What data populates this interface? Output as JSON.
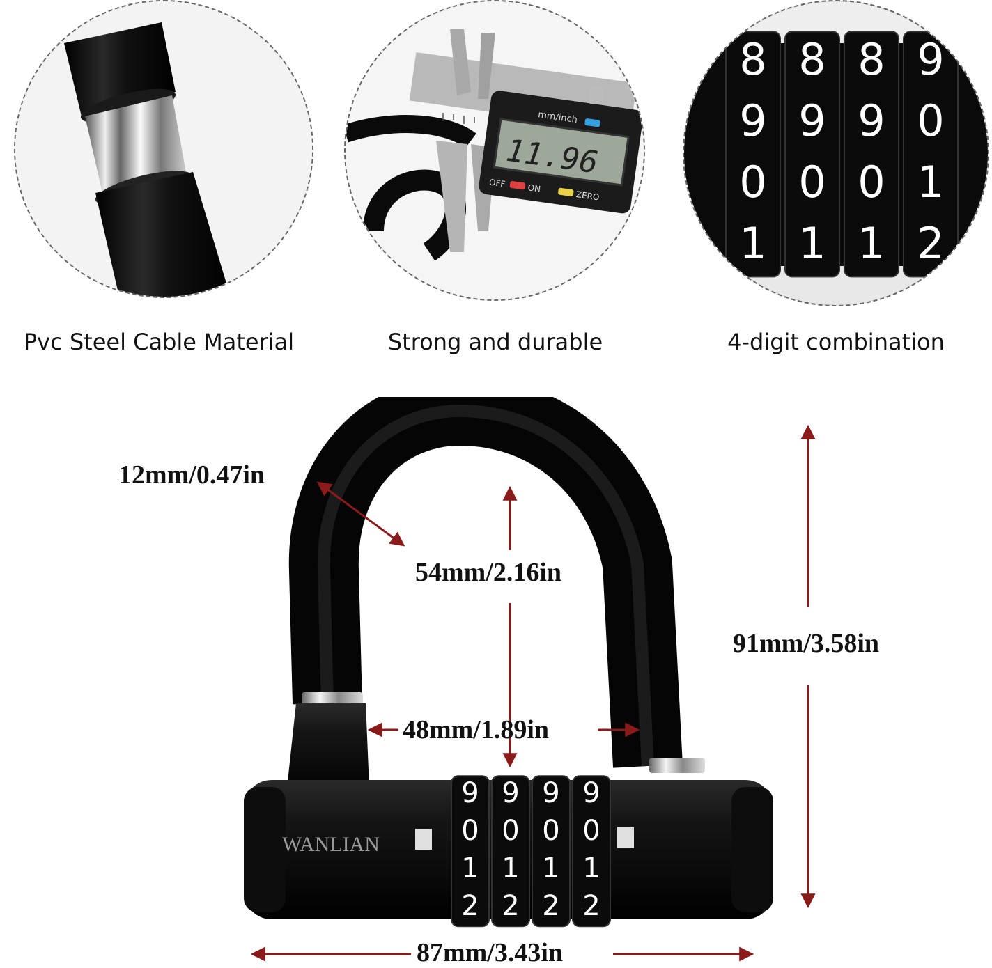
{
  "features": [
    {
      "caption": "Pvc Steel Cable Material",
      "icon": "cable-closeup"
    },
    {
      "caption": "Strong and durable",
      "icon": "caliper-measurement"
    },
    {
      "caption": "4-digit combination",
      "icon": "combination-dials"
    }
  ],
  "caliper": {
    "unit_label": "mm/inch",
    "reading": "11.96",
    "off_label": "OFF",
    "on_label": "ON",
    "zero_label": "ZERO"
  },
  "detail_dials": {
    "rows": [
      [
        "8",
        "8",
        "8",
        "9"
      ],
      [
        "9",
        "9",
        "9",
        "0"
      ],
      [
        "0",
        "0",
        "0",
        "1"
      ],
      [
        "1",
        "1",
        "1",
        "2"
      ]
    ]
  },
  "lock": {
    "brand": "WANLIAN",
    "dials": {
      "rows": [
        [
          "9",
          "9",
          "9",
          "9"
        ],
        [
          "0",
          "0",
          "0",
          "0"
        ],
        [
          "1",
          "1",
          "1",
          "1"
        ],
        [
          "2",
          "2",
          "2",
          "2"
        ]
      ]
    }
  },
  "dimensions": {
    "shackle_diameter": "12mm/0.47in",
    "inner_height": "54mm/2.16in",
    "total_height": "91mm/3.58in",
    "inner_width": "48mm/1.89in",
    "total_width": "87mm/3.43in"
  },
  "colors": {
    "arrow": "#8b1a1a",
    "lock_body": "#111111",
    "dial_text": "#ffffff"
  }
}
